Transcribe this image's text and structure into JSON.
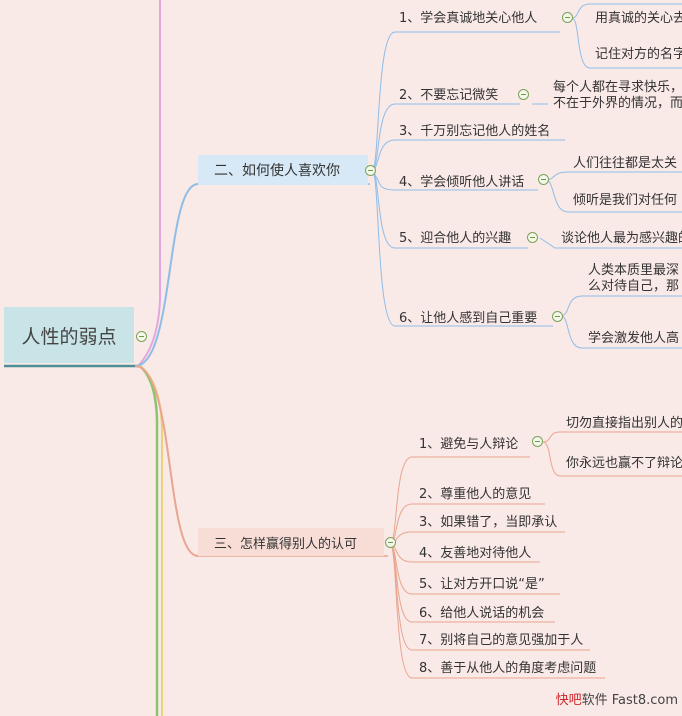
{
  "root": {
    "label": "人性的弱点"
  },
  "section2": {
    "label": "二、如何使人喜欢你",
    "items": [
      {
        "label": "1、学会真诚地关心他人",
        "children": [
          "用真诚的关心去",
          "记住对方的名字"
        ]
      },
      {
        "label": "2、不要忘记微笑",
        "children": [
          "每个人都在寻求快乐，",
          "不在于外界的情况，而"
        ]
      },
      {
        "label": "3、千万别忘记他人的姓名",
        "children": []
      },
      {
        "label": "4、学会倾听他人讲话",
        "children": [
          "人们往往都是太关",
          "倾听是我们对任何"
        ]
      },
      {
        "label": "5、迎合他人的兴趣",
        "children": [
          "谈论他人最为感兴趣的"
        ]
      },
      {
        "label": "6、让他人感到自己重要",
        "children": [
          "人类本质里最深",
          "么对待自己，那",
          "学会激发他人高"
        ]
      }
    ]
  },
  "section3": {
    "label": "三、怎样赢得别人的认可",
    "items": [
      {
        "label": "1、避免与人辩论",
        "children": [
          "切勿直接指出别人的",
          "你永远也赢不了辩论"
        ]
      },
      {
        "label": "2、尊重他人的意见"
      },
      {
        "label": "3、如果错了，当即承认"
      },
      {
        "label": "4、友善地对待他人"
      },
      {
        "label": "5、让对方开口说“是”"
      },
      {
        "label": "6、给他人说话的机会"
      },
      {
        "label": "7、别将自己的意见强加于人"
      },
      {
        "label": "8、善于从他人的角度考虑问题"
      }
    ]
  },
  "watermark": {
    "brand": "快吧",
    "rest": "软件 Fast8.com"
  },
  "colors": {
    "background": "#f9e9e7",
    "blue_branch": "#8fbde8",
    "orange_branch": "#e9a58f",
    "pink_branch": "#e3a7e0",
    "green_branch": "#8cc46e",
    "yellow_branch": "#e8d27a",
    "teal_branch": "#4d8f96"
  }
}
